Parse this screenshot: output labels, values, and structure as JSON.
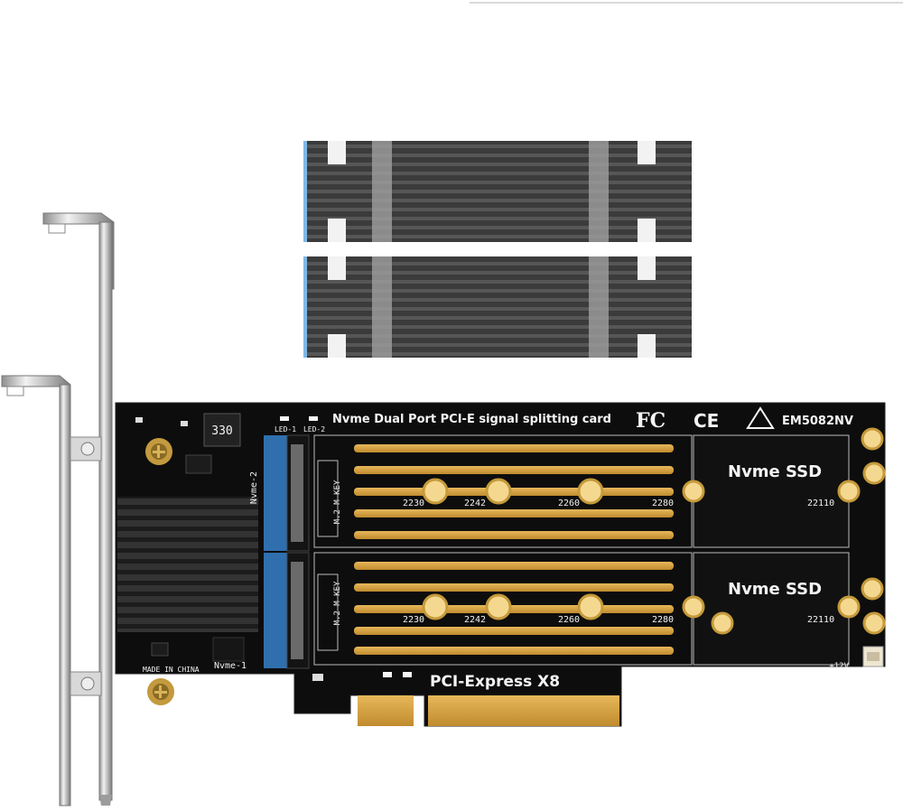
{
  "card": {
    "title": "Nvme Dual Port PCI-E signal splitting card",
    "fcc": "FC",
    "ce": "CE",
    "model": "EM5082NV",
    "interface": "PCI-Express  X8",
    "made_in": "MADE IN CHINA",
    "led1": "LED-1",
    "led2": "LED-2",
    "inductor": "330",
    "port_top": "Nvme-2",
    "port_bottom": "Nvme-1",
    "m2_key": "M.2 M KEY",
    "power": "+12V",
    "slots": [
      {
        "ssd_label": "Nvme  SSD",
        "size_22110": "22110",
        "sizes": [
          "2230",
          "2242",
          "2260",
          "2280"
        ]
      },
      {
        "ssd_label": "Nvme  SSD",
        "size_22110": "22110",
        "sizes": [
          "2230",
          "2242",
          "2260",
          "2280"
        ]
      }
    ]
  },
  "heatsinks": {
    "count": 2,
    "color": "#3a3a3a",
    "thermal_pad_color": "#7fb8e6"
  },
  "colors": {
    "pcb": "#0d0d0d",
    "gold": "#d9a441",
    "bracket": "#c9c9c9"
  }
}
